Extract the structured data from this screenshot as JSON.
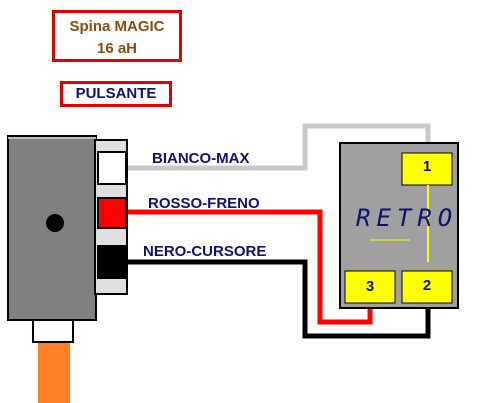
{
  "title": {
    "line1": "Spina MAGIC",
    "line2": "16 aH"
  },
  "button_label": "PULSANTE",
  "wires": {
    "white": "BIANCO-MAX",
    "red": "ROSSO-FRENO",
    "black": "NERO-CURSORE"
  },
  "module": {
    "label": "RETRO",
    "pins": [
      "1",
      "2",
      "3"
    ]
  },
  "colors": {
    "border_red": "#e00000",
    "title_text": "#8b4b10",
    "label_text": "#101070",
    "plug_body": "#808080",
    "module_body": "#a0a0a0",
    "pin_pad": "#ffff00",
    "cable_orange": "#ff7f24",
    "wire_white": "#c8c8c8",
    "wire_red": "#ff0000",
    "wire_black": "#000000"
  }
}
